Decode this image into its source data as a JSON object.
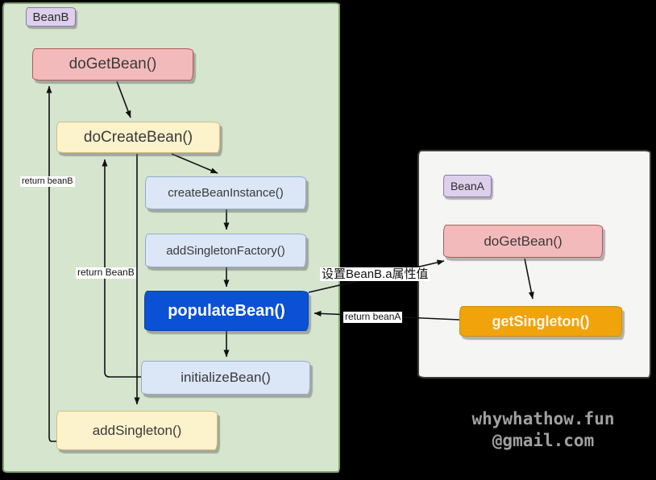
{
  "containers": {
    "beanB": {
      "label": "BeanB"
    },
    "beanA": {
      "label": "BeanA"
    }
  },
  "nodes": {
    "beanb_dogetbean": "doGetBean()",
    "docreatebean": "doCreateBean()",
    "createbeaninstance": "createBeanInstance()",
    "addsingletonfactory": "addSingletonFactory()",
    "populatebean": "populateBean()",
    "initializebean": "initializeBean()",
    "addsingleton": "addSingleton()",
    "beana_dogetbean": "doGetBean()",
    "getsingleton": "getSingleton()"
  },
  "edge_labels": {
    "return_beanb_lower": "return  beanB",
    "return_beanb_upper": "return BeanB",
    "set_property": "设置BeanB.a属性值",
    "return_beana": "return beanA"
  },
  "watermark": {
    "line1": "whywhathow.fun",
    "line2": "@gmail.com"
  },
  "colors": {
    "page_background": "#000000",
    "beanb_container_bg": "#d5e5ce",
    "beanb_container_border": "#7fa571",
    "beana_container_bg": "#f5f5f3",
    "label_tag_bg": "#ddd0ec",
    "label_tag_border": "#8d77ad",
    "node_pink": "#f3babc",
    "node_yellow": "#fcf2cc",
    "node_lightblue": "#dbe6f6",
    "node_blue": "#0b51d6",
    "node_orange": "#f0a30a",
    "arrow": "#111111",
    "watermark_text": "#a0a0a0"
  }
}
